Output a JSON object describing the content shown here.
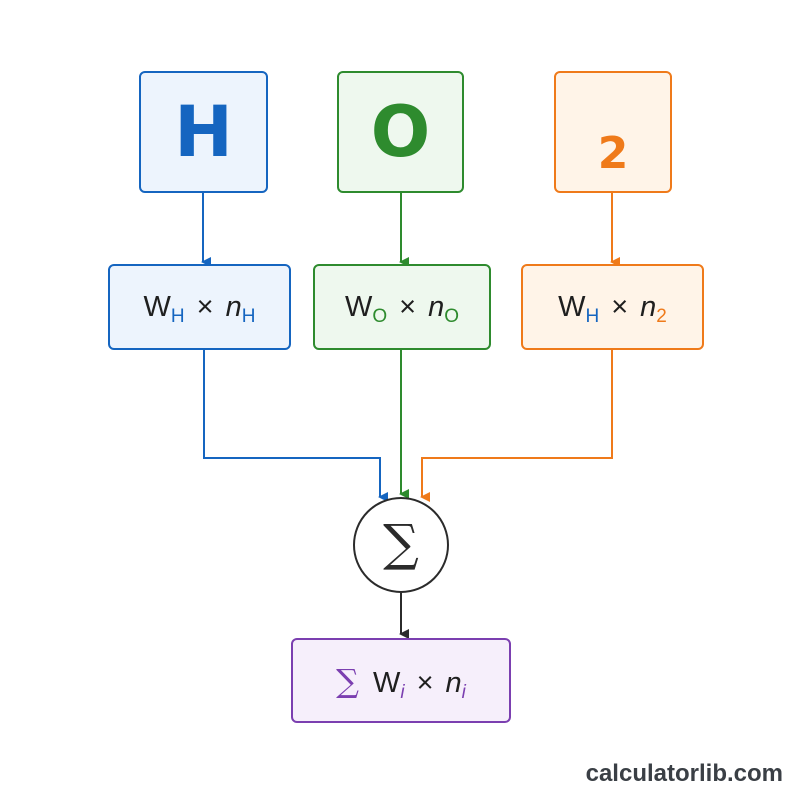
{
  "colors": {
    "hydrogen": "#1565c0",
    "hydrogen_bg": "#edf4fd",
    "oxygen": "#2e8b2e",
    "oxygen_bg": "#eef8ee",
    "count": "#ef7a1a",
    "count_bg": "#fff4e8",
    "result": "#7b3fb0",
    "result_bg": "#f6effb",
    "sum": "#2b2b2b",
    "text": "#1f1f1f"
  },
  "symbols": [
    {
      "label": "H",
      "color_key": "hydrogen"
    },
    {
      "label": "O",
      "color_key": "oxygen"
    },
    {
      "label": "2",
      "color_key": "count"
    }
  ],
  "terms": [
    {
      "weight": "W",
      "weight_sub": "H",
      "times": "×",
      "count": "n",
      "count_sub": "H"
    },
    {
      "weight": "W",
      "weight_sub": "O",
      "times": "×",
      "count": "n",
      "count_sub": "O"
    },
    {
      "weight": "W",
      "weight_sub": "H",
      "times": "×",
      "count": "n",
      "count_sub": "2"
    }
  ],
  "sum_node": {
    "symbol": "∑"
  },
  "result": {
    "sigma": "∑",
    "weight": "W",
    "weight_sub": "i",
    "times": "×",
    "count": "n",
    "count_sub": "i"
  },
  "brand": "calculatorlib.com"
}
